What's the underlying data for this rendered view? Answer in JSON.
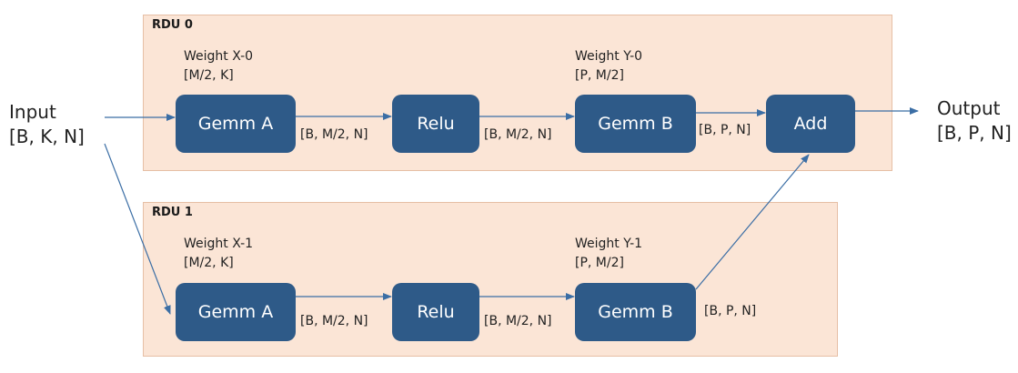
{
  "input": {
    "name": "Input",
    "shape": "[B, K, N]"
  },
  "output": {
    "name": "Output",
    "shape": "[B, P, N]"
  },
  "rdu0": {
    "title": "RDU 0",
    "weight_x": {
      "name": "Weight X-0",
      "shape": "[M/2, K]"
    },
    "weight_y": {
      "name": "Weight Y-0",
      "shape": "[P, M/2]"
    },
    "gemm_a": "Gemm A",
    "relu": "Relu",
    "gemm_b": "Gemm B",
    "add": "Add",
    "edge_gemm_a_relu": "[B, M/2, N]",
    "edge_relu_gemm_b": "[B, M/2, N]",
    "edge_gemm_b_add": "[B, P, N]"
  },
  "rdu1": {
    "title": "RDU 1",
    "weight_x": {
      "name": "Weight X-1",
      "shape": "[M/2, K]"
    },
    "weight_y": {
      "name": "Weight Y-1",
      "shape": "[P, M/2]"
    },
    "gemm_a": "Gemm A",
    "relu": "Relu",
    "gemm_b": "Gemm B",
    "edge_gemm_a_relu": "[B, M/2, N]",
    "edge_relu_gemm_b": "[B, M/2, N]",
    "edge_gemm_b_add": "[B, P, N]"
  },
  "colors": {
    "node_fill": "#2e5a88",
    "panel_fill": "#fbe5d6",
    "arrow": "#3b6ea5"
  }
}
